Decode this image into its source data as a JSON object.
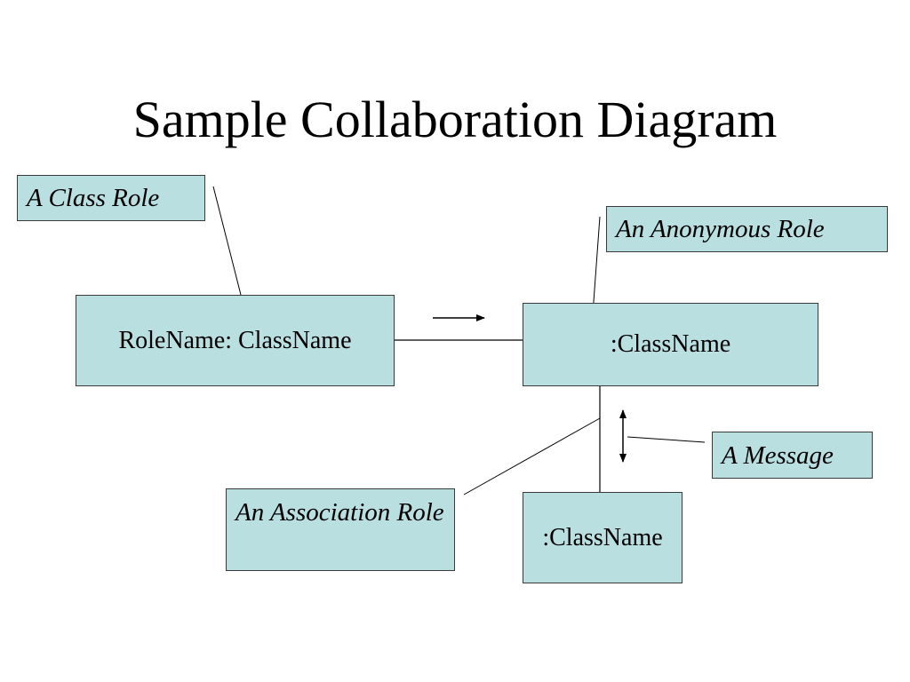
{
  "title": "Sample Collaboration Diagram",
  "roles": {
    "named": "RoleName: ClassName",
    "anonymous": ":ClassName",
    "associated": ":ClassName"
  },
  "callouts": {
    "class_role": "A Class Role",
    "anonymous_role": "An Anonymous Role",
    "message": "A Message",
    "association_role": "An Association Role"
  },
  "colors": {
    "box_fill": "#b9dfe1",
    "border": "#3a3a3a",
    "line": "#000000"
  }
}
